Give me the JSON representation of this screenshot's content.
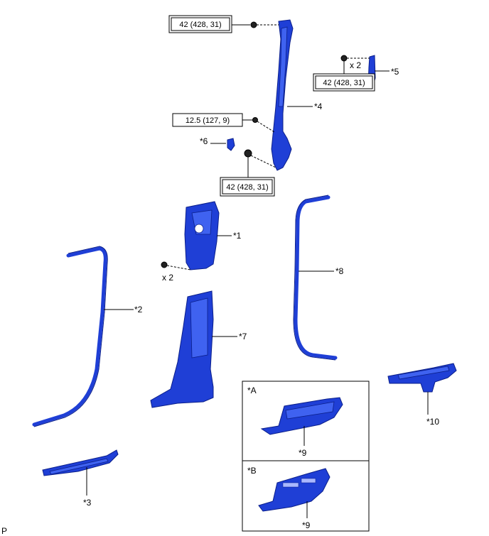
{
  "torques": {
    "t1": "42 (428, 31)",
    "t2": "42 (428, 31)",
    "t3": "12.5 (127, 9)",
    "t4": "42 (428, 31)"
  },
  "labels": {
    "p1": "*1",
    "p2": "*2",
    "p3": "*3",
    "p4": "*4",
    "p5": "*5",
    "p6": "*6",
    "p7": "*7",
    "p8": "*8",
    "p9a": "*9",
    "p9b": "*9",
    "p10": "*10",
    "box_a": "*A",
    "box_b": "*B"
  },
  "quantities": {
    "q1": "x 2",
    "q2": "x 2"
  },
  "corner": "P"
}
